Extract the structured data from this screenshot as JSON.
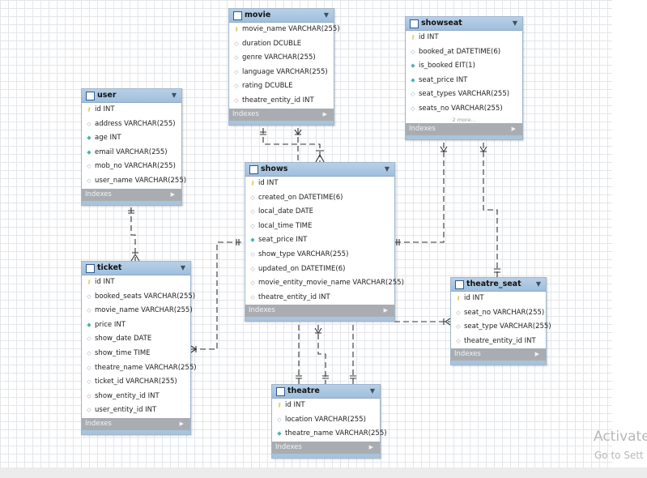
{
  "diagram": {
    "indexes_label": "Indexes",
    "tables": {
      "movie": {
        "name": "movie",
        "columns": [
          {
            "text": "movie_name VARCHAR(255)",
            "kind": "pk"
          },
          {
            "text": "duration DCUBLE",
            "kind": "plain"
          },
          {
            "text": "genre VARCHAR(255)",
            "kind": "plain"
          },
          {
            "text": "language VARCHAR(255)",
            "kind": "plain"
          },
          {
            "text": "rating DCUBLE",
            "kind": "plain"
          },
          {
            "text": "theatre_entity_id INT",
            "kind": "fk"
          }
        ]
      },
      "showseat": {
        "name": "showseat",
        "columns": [
          {
            "text": "id INT",
            "kind": "pk"
          },
          {
            "text": "booked_at DATETIME(6)",
            "kind": "plain"
          },
          {
            "text": "is_booked EIT(1)",
            "kind": "nn"
          },
          {
            "text": "seat_price INT",
            "kind": "nn"
          },
          {
            "text": "seat_types VARCHAR(255)",
            "kind": "plain"
          },
          {
            "text": "seats_no VARCHAR(255)",
            "kind": "plain"
          }
        ],
        "more": "2 more..."
      },
      "user": {
        "name": "user",
        "columns": [
          {
            "text": "id INT",
            "kind": "pk"
          },
          {
            "text": "address VARCHAR(255)",
            "kind": "plain"
          },
          {
            "text": "age INT",
            "kind": "nn"
          },
          {
            "text": "email VARCHAR(255)",
            "kind": "nn"
          },
          {
            "text": "mob_no VARCHAR(255)",
            "kind": "plain"
          },
          {
            "text": "user_name VARCHAR(255)",
            "kind": "plain"
          }
        ]
      },
      "shows": {
        "name": "shows",
        "columns": [
          {
            "text": "id INT",
            "kind": "pk"
          },
          {
            "text": "created_on DATETIME(6)",
            "kind": "plain"
          },
          {
            "text": "local_date DATE",
            "kind": "plain"
          },
          {
            "text": "local_time TIME",
            "kind": "plain"
          },
          {
            "text": "seat_price INT",
            "kind": "nn"
          },
          {
            "text": "show_type VARCHAR(255)",
            "kind": "plain"
          },
          {
            "text": "updated_on DATETIME(6)",
            "kind": "plain"
          },
          {
            "text": "movie_entity_movie_name VARCHAR(255)",
            "kind": "fk"
          },
          {
            "text": "theatre_entity_id INT",
            "kind": "fk"
          }
        ]
      },
      "ticket": {
        "name": "ticket",
        "columns": [
          {
            "text": "id INT",
            "kind": "pk"
          },
          {
            "text": "booked_seats VARCHAR(255)",
            "kind": "plain"
          },
          {
            "text": "movie_name VARCHAR(255)",
            "kind": "plain"
          },
          {
            "text": "price INT",
            "kind": "nn"
          },
          {
            "text": "show_date DATE",
            "kind": "plain"
          },
          {
            "text": "show_time TIME",
            "kind": "plain"
          },
          {
            "text": "theatre_name VARCHAR(255)",
            "kind": "plain"
          },
          {
            "text": "ticket_id VARCHAR(255)",
            "kind": "plain"
          },
          {
            "text": "show_entity_id INT",
            "kind": "fk"
          },
          {
            "text": "user_entity_id INT",
            "kind": "fk"
          }
        ]
      },
      "theatre_seat": {
        "name": "theatre_seat",
        "columns": [
          {
            "text": "id INT",
            "kind": "pk"
          },
          {
            "text": "seat_no VARCHAR(255)",
            "kind": "plain"
          },
          {
            "text": "seat_type VARCHAR(255)",
            "kind": "plain"
          },
          {
            "text": "theatre_entity_id INT",
            "kind": "fk"
          }
        ]
      },
      "theatre": {
        "name": "theatre",
        "columns": [
          {
            "text": "id INT",
            "kind": "pk"
          },
          {
            "text": "location VARCHAR(255)",
            "kind": "plain"
          },
          {
            "text": "theatre_name VARCHAR(255)",
            "kind": "nn"
          }
        ]
      }
    }
  },
  "watermark": {
    "line1": "Activate",
    "line2": "Go to Sett"
  },
  "icons": {
    "primary_key": "key-icon",
    "column": "diamond-icon",
    "table": "table-icon",
    "collapse": "chevron-down-icon",
    "expand_indexes": "triangle-right-icon"
  },
  "colors": {
    "header": "#9ebfde",
    "index_bar": "#a9adb2",
    "line": "#333333"
  }
}
